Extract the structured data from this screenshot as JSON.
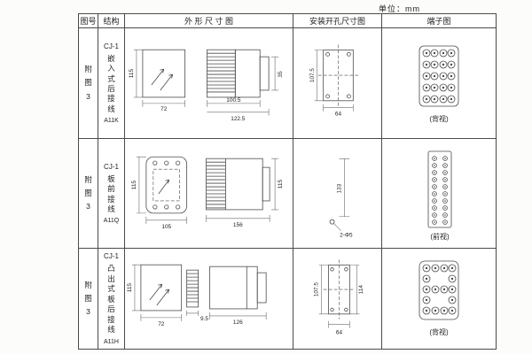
{
  "page": {
    "unit_label": "单位：mm"
  },
  "headers": {
    "fig": "图号",
    "structure": "结构",
    "outline": "外 形 尺 寸 图",
    "mounting": "安装开孔尺寸图",
    "terminal": "端子图"
  },
  "rows": [
    {
      "fig_no": "附图3",
      "structure": {
        "model": "CJ-1",
        "type": "嵌入式后接线",
        "code": "A11K"
      },
      "outline": {
        "d_height": "115",
        "d_width": "72",
        "d_depth1": "100.5",
        "d_depth2": "122.5",
        "d_tail": "35"
      },
      "mounting": {
        "d_height": "107.5",
        "d_width": "64"
      },
      "terminal": {
        "view": "(背视)"
      }
    },
    {
      "fig_no": "附图3",
      "structure": {
        "model": "CJ-1",
        "type": "板前接线",
        "code": "A11Q"
      },
      "outline": {
        "d_height": "115",
        "d_width": "105",
        "d_depth1": "156",
        "d_height2": "115"
      },
      "mounting": {
        "d_height": "133",
        "d_hole": "2-Φ5"
      },
      "terminal": {
        "view": "(前视)"
      }
    },
    {
      "fig_no": "附图3",
      "structure": {
        "model": "CJ-1",
        "type": "凸出式板后接线",
        "code": "A11H"
      },
      "outline": {
        "d_height": "115",
        "d_width": "72",
        "d_fin": "9.5",
        "d_depth1": "126"
      },
      "mounting": {
        "d_height": "107.5",
        "d_height2": "114",
        "d_width": "64"
      },
      "terminal": {
        "view": "(背视)"
      }
    }
  ]
}
